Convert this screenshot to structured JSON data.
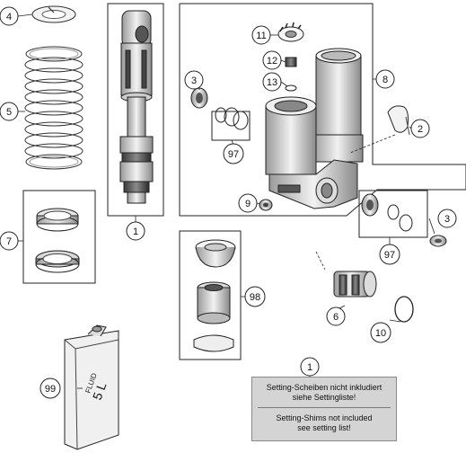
{
  "callouts": {
    "c1": "1",
    "c2": "2",
    "c3a": "3",
    "c3b": "3",
    "c4": "4",
    "c5": "5",
    "c6": "6",
    "c7": "7",
    "c8": "8",
    "c9": "9",
    "c10": "10",
    "c11": "11",
    "c12": "12",
    "c13": "13",
    "c97a": "97",
    "c97b": "97",
    "c98": "98",
    "c99": "99"
  },
  "note": {
    "ref": "1",
    "de_line1": "Setting-Scheiben nicht inkludiert",
    "de_line2": "siehe Settingliste!",
    "en_line1": "Setting-Shims not included",
    "en_line2": "see setting list!"
  },
  "can_label": {
    "word": "FLUID",
    "volume": "5 L"
  }
}
